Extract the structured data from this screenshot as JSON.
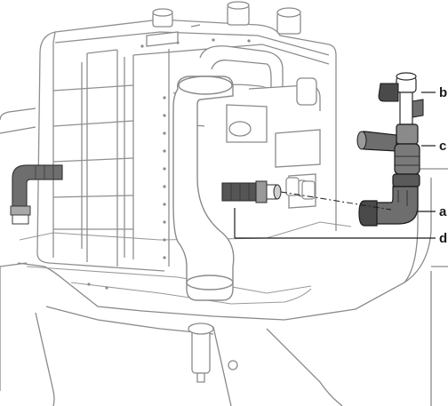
{
  "callouts": [
    {
      "id": "b",
      "label": "b",
      "target": "valve-with-handle"
    },
    {
      "id": "c",
      "label": "c",
      "target": "tee-fitting"
    },
    {
      "id": "a",
      "label": "a",
      "target": "elbow-connector"
    },
    {
      "id": "d",
      "label": "d",
      "target": "insertion-tube"
    }
  ],
  "colors": {
    "outline": "#8a8a8a",
    "outline_light": "#b8b8b8",
    "part_dark": "#3a3a3a",
    "part_mid": "#6e6e6e",
    "part_light": "#a9a9a9",
    "leader": "#1a1a1a",
    "background": "#ffffff"
  }
}
